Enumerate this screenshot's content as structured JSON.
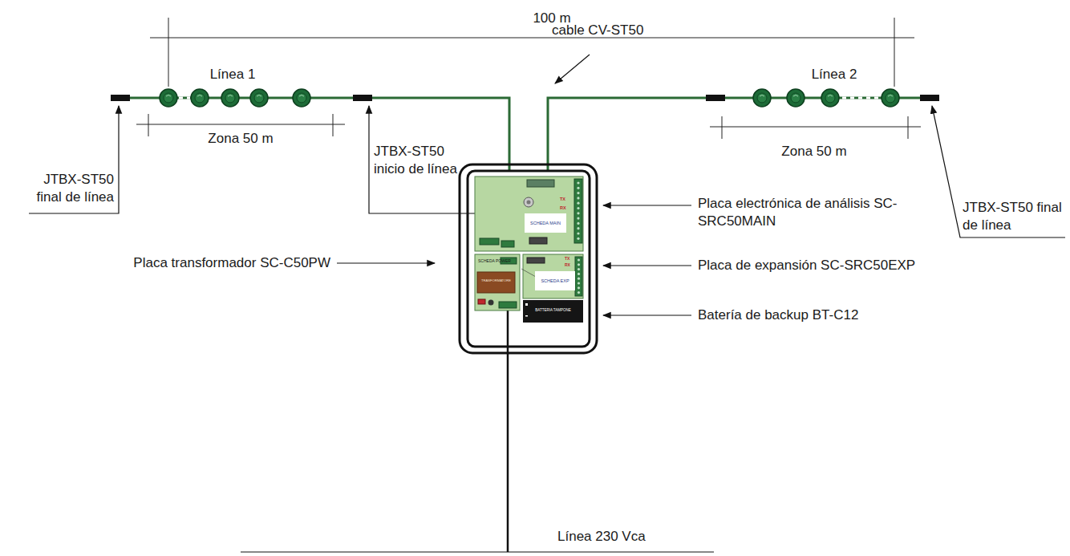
{
  "diagram": {
    "nodes": [
      {
        "text": [
          "TX",
          "RX",
          "SCHEDA MAIN"
        ]
      },
      {
        "text": [
          "SCHEDA POWER"
        ]
      },
      {
        "text": [
          "TRASFORMATORE"
        ],
        "in": 1
      },
      {
        "text": [
          "TX",
          "RX",
          "SCHEDA EXP"
        ]
      },
      {
        "text": [
          "BATTERIA TAMPONE"
        ]
      }
    ],
    "labels": [
      "100 m",
      "cable CV-ST50",
      "Línea 1",
      "Línea 2",
      "Zona 50 m",
      "Zona 50 m",
      "JTBX-ST50 final de línea",
      "JTBX-ST50 inicio de línea",
      "JTBX-ST50 final de línea",
      "Placa electrónica de análisis SC-SRC50MAIN",
      "Placa de expansión SC-SRC50EXP",
      "Placa transformador SC-C50PW",
      "Batería de backup BT-C12",
      "Línea 230 Vca"
    ]
  }
}
